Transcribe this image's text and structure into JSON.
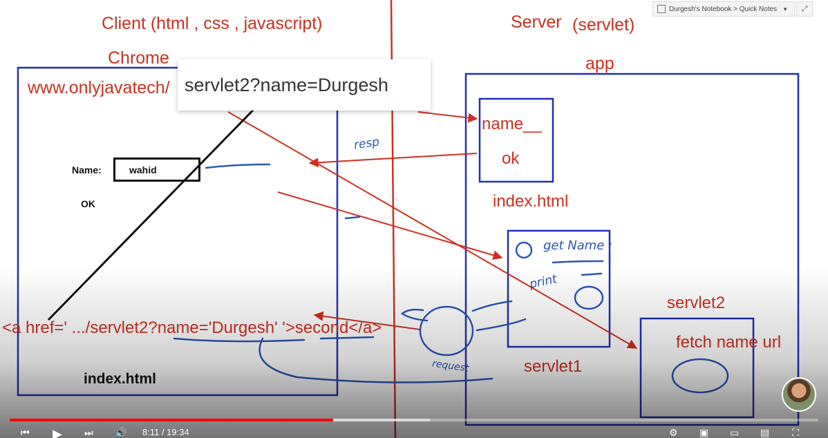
{
  "onenote": {
    "breadcrumb": "Durgesh's Notebook > Quick Notes",
    "dropdown_icon": "chevron-down-icon",
    "expand_icon": "expand-icon"
  },
  "whiteboard": {
    "client_heading": "Client (html , css , javascript)",
    "server_heading": "Server",
    "server_type": "(servlet)",
    "browser_label": "Chrome",
    "url_text": "www.onlyjavatech/",
    "url_popup": "servlet2?name=Durgesh",
    "name_label": "Name:",
    "name_value": "wahid",
    "ok_text": "OK",
    "client_page": "index.html",
    "anchor_code": "<a href=' .../servlet2?name='Durgesh' '>second</a>",
    "app_label": "app",
    "form_field": "name__",
    "form_ok": "ok",
    "server_index": "index.html",
    "servlet1": "servlet1",
    "servlet2": "servlet2",
    "fetch_text": "fetch name url",
    "note_resp": "resp",
    "note_getname": "get Name :",
    "note_print": "print",
    "note_request": "request",
    "accent_red": "#cf2e1f",
    "ink_blue": "#2a56b8"
  },
  "player": {
    "time": "8:11 / 19:34",
    "progress_fraction": 0.4,
    "buffer_fraction": 0.52,
    "accent": "#ff0000"
  }
}
